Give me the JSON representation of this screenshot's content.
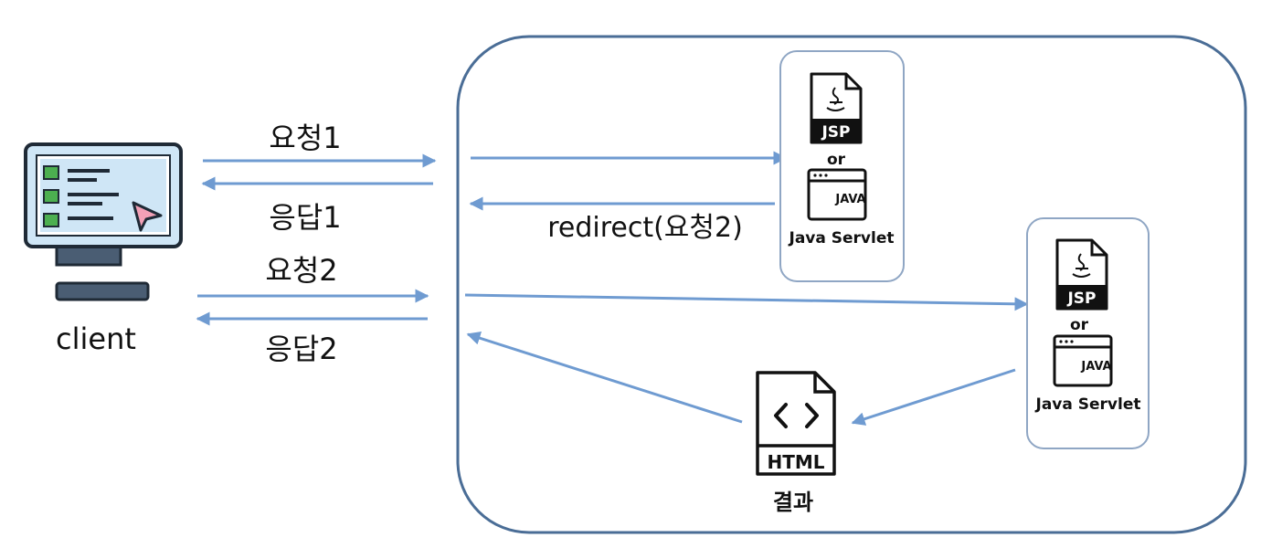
{
  "client": {
    "label": "client"
  },
  "flow": {
    "request1": "요청1",
    "response1": "응답1",
    "redirect": "redirect(요청2)",
    "request2": "요청2",
    "response2": "응답2"
  },
  "server1": {
    "top_badge": "JSP",
    "or_text": "or",
    "java_badge": "JAVA",
    "caption": "Java Servlet"
  },
  "server2": {
    "top_badge": "JSP",
    "or_text": "or",
    "java_badge": "JAVA",
    "caption": "Java Servlet"
  },
  "result": {
    "badge": "HTML",
    "caption": "결과"
  },
  "colors": {
    "arrow": "#6f9bd1",
    "server_border": "#4a6d96",
    "card_border": "#8fa6c4",
    "monitor_screen": "#cfe6f6"
  }
}
